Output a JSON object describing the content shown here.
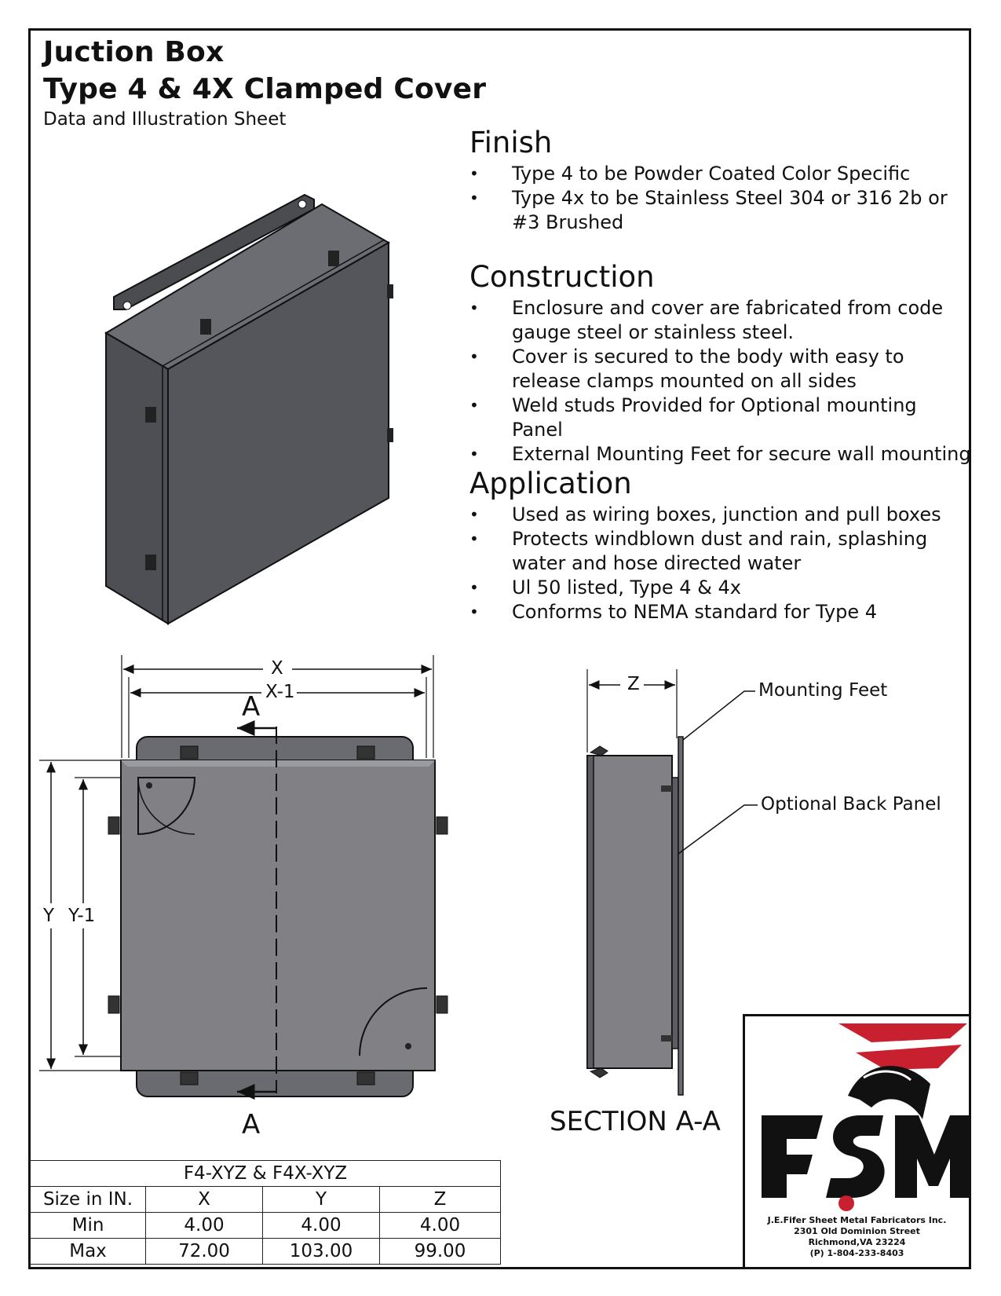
{
  "header": {
    "title_line1": "Juction Box",
    "title_line2": "Type 4 & 4X Clamped Cover",
    "subtitle": "Data and Illustration Sheet"
  },
  "finish": {
    "heading": "Finish",
    "items": [
      "Type 4 to be Powder Coated Color Specific",
      "Type 4x to be Stainless Steel 304 or 316 2b or #3 Brushed"
    ]
  },
  "construction": {
    "heading": "Construction",
    "items": [
      "Enclosure and cover are fabricated from code gauge steel or stainless steel.",
      "Cover is secured to the body with easy to release clamps mounted on all sides",
      "Weld studs Provided for Optional mounting Panel",
      "External Mounting Feet for secure wall mounting"
    ]
  },
  "application": {
    "heading": "Application",
    "items": [
      "Used as wiring boxes, junction and pull boxes",
      "Protects windblown dust and rain, splashing water and hose directed water",
      "Ul 50 listed, Type 4 & 4x",
      "Conforms to NEMA standard for Type 4"
    ]
  },
  "front_view": {
    "dim_x": "X",
    "dim_x1": "X-1",
    "dim_y": "Y",
    "dim_y1": "Y-1",
    "section_mark_top": "A",
    "section_mark_bottom": "A"
  },
  "section_view": {
    "dim_z": "Z",
    "callout_feet": "Mounting Feet",
    "callout_panel": "Optional Back Panel",
    "title": "SECTION A-A"
  },
  "dimension_table": {
    "model": "F4-XYZ & F4X-XYZ",
    "headers": [
      "Size in IN.",
      "X",
      "Y",
      "Z"
    ],
    "rows": [
      [
        "Min",
        "4.00",
        "4.00",
        "4.00"
      ],
      [
        "Max",
        "72.00",
        "103.00",
        "99.00"
      ]
    ]
  },
  "company": {
    "logo_text": "FSM",
    "name": "J.E.Fifer Sheet Metal Fabricators Inc.",
    "street": "2301 Old Dominion Street",
    "city": "Richmond,VA 23224",
    "phone": "(P)  1-804-233-8403"
  },
  "colors": {
    "enclosure_dark": "#55565b",
    "enclosure_side": "#7a7b80",
    "enclosure_front": "#808085",
    "logo_red": "#c8202f",
    "logo_black": "#111111"
  }
}
